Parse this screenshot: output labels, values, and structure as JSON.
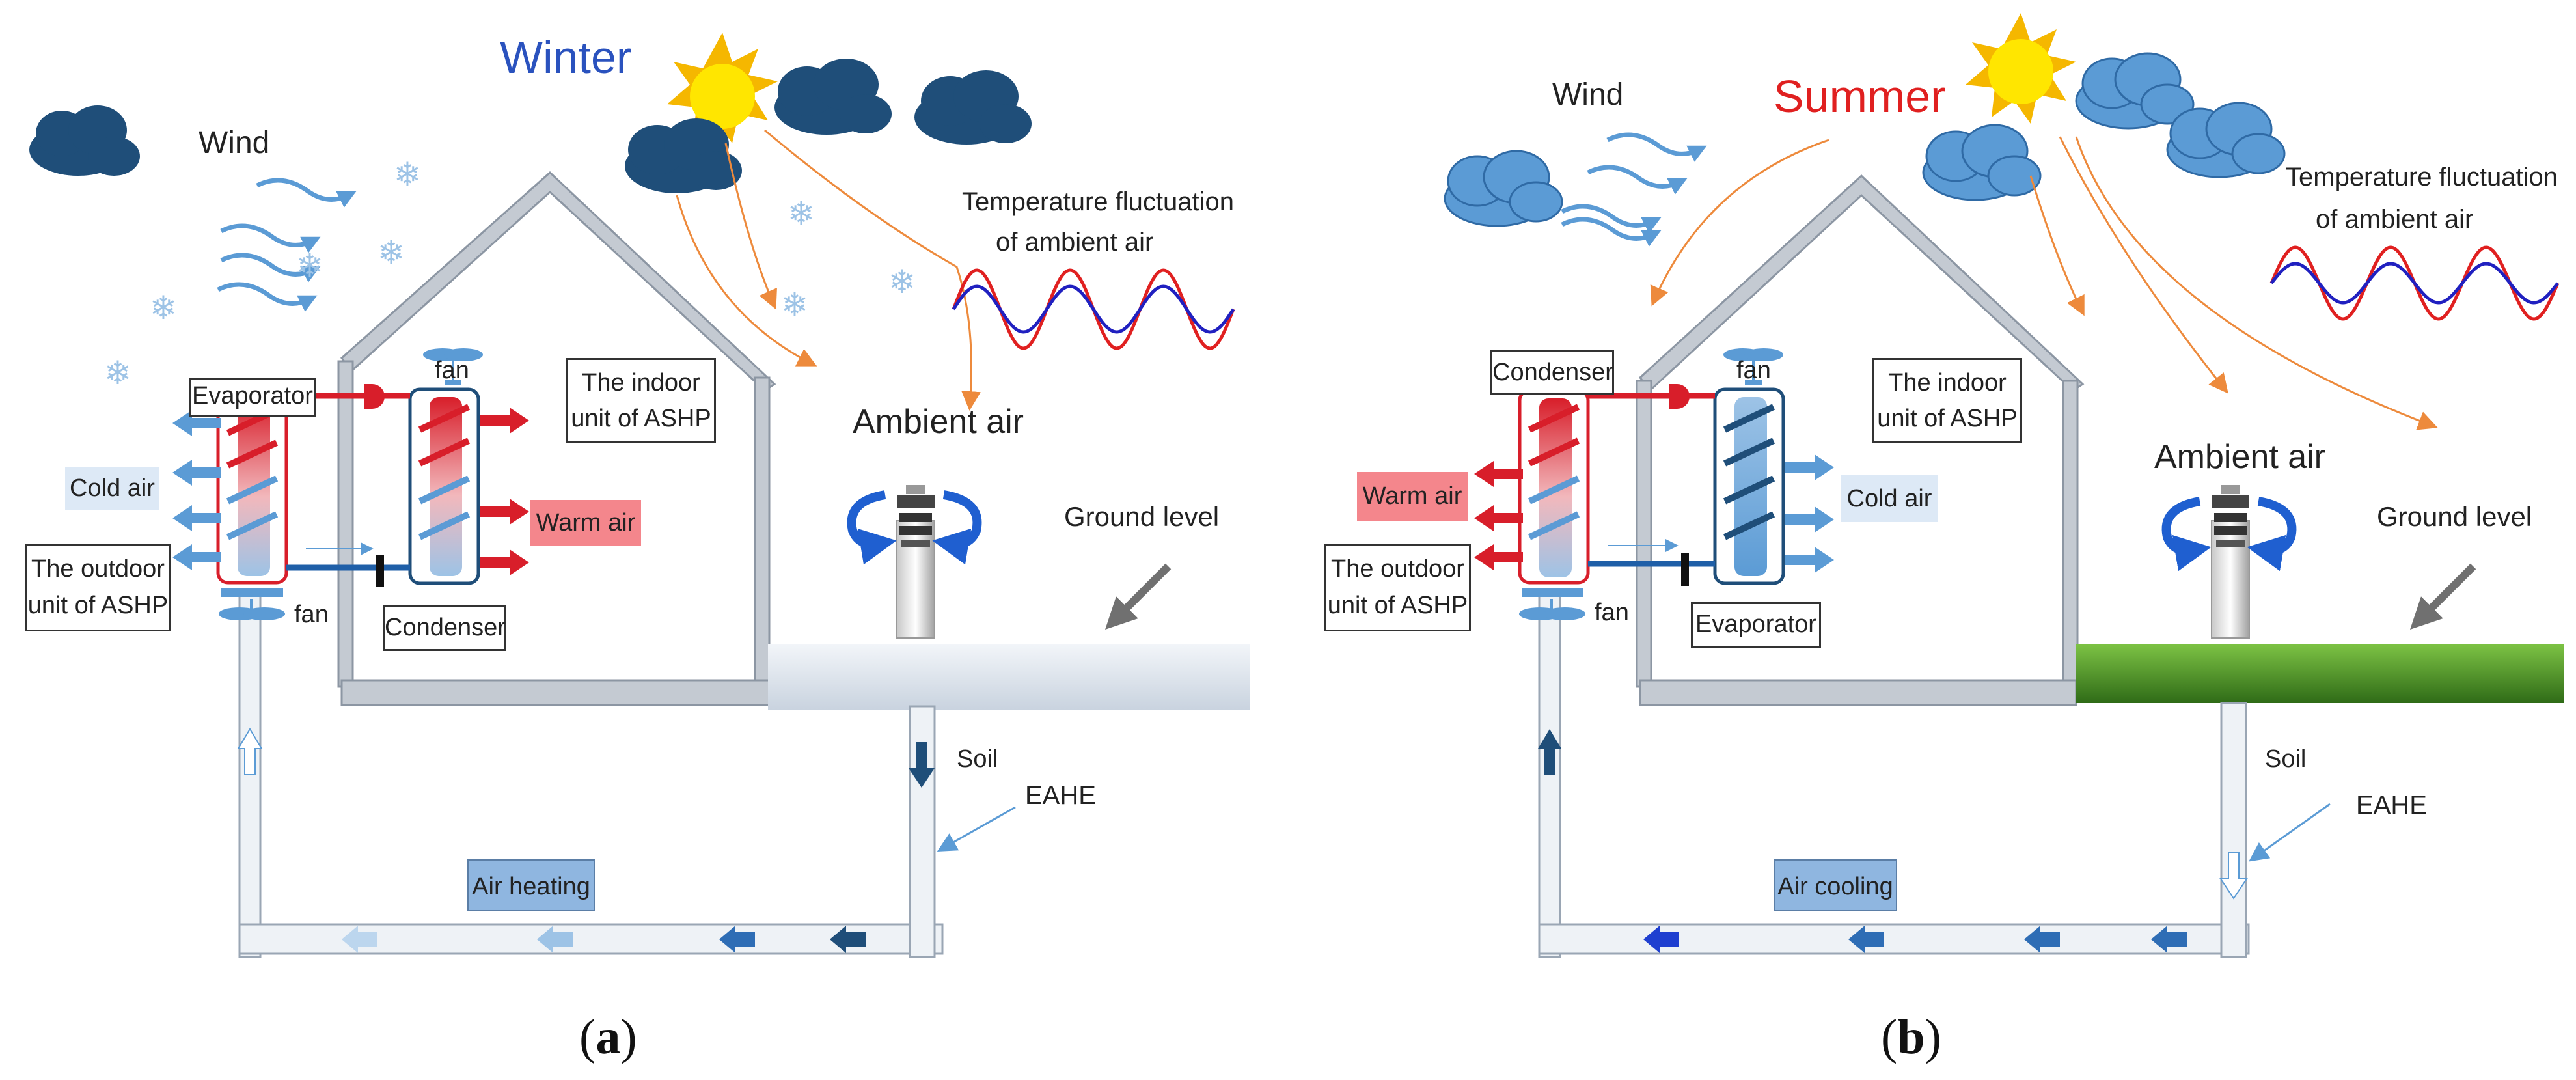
{
  "colors": {
    "winter_title": "#2a52be",
    "summer_title": "#e02020",
    "pipe_fill": "#eef2f6",
    "pipe_stroke": "#9aa6b4",
    "house": "#b8bfc8",
    "hot": "#d81e2a",
    "cold_line": "#1f5fa8",
    "arrow_blue": "#5b9bd5",
    "arrow_dark": "#1f4e79",
    "dark_cloud": "#1f4e79",
    "light_cloud": "#5b9bd5",
    "sun": "#ffd700",
    "warm_tag": "#f4868c",
    "cold_tag": "#dde9f6",
    "air_tag": "#8fb6e0",
    "wave_red": "#e02020",
    "wave_blue": "#2020c0",
    "snow": "#dfe5ee",
    "grass": "#4c9a2a"
  },
  "panel_a": {
    "season": "Winter",
    "wind": "Wind",
    "temp_line1": "Temperature fluctuation",
    "temp_line2": "of ambient air",
    "ambient": "Ambient air",
    "ground": "Ground level",
    "outdoor_coil": "Evaporator",
    "indoor_coil": "Condenser",
    "outdoor_air": "Cold air",
    "indoor_air": "Warm air",
    "indoor_line1": "The indoor",
    "indoor_line2": "unit of ASHP",
    "outdoor_line1": "The outdoor",
    "outdoor_line2": "unit of ASHP",
    "fan_top": "fan",
    "fan_bottom": "fan",
    "soil": "Soil",
    "eahe": "EAHE",
    "mode": "Air heating",
    "caption": "a"
  },
  "panel_b": {
    "season": "Summer",
    "wind": "Wind",
    "temp_line1": "Temperature fluctuation",
    "temp_line2": "of ambient air",
    "ambient": "Ambient air",
    "ground": "Ground level",
    "outdoor_coil": "Condenser",
    "indoor_coil": "Evaporator",
    "outdoor_air": "Warm air",
    "indoor_air": "Cold air",
    "indoor_line1": "The indoor",
    "indoor_line2": "unit of ASHP",
    "outdoor_line1": "The outdoor",
    "outdoor_line2": "unit of ASHP",
    "fan_top": "fan",
    "fan_bottom": "fan",
    "soil": "Soil",
    "eahe": "EAHE",
    "mode": "Air cooling",
    "caption": "b"
  }
}
